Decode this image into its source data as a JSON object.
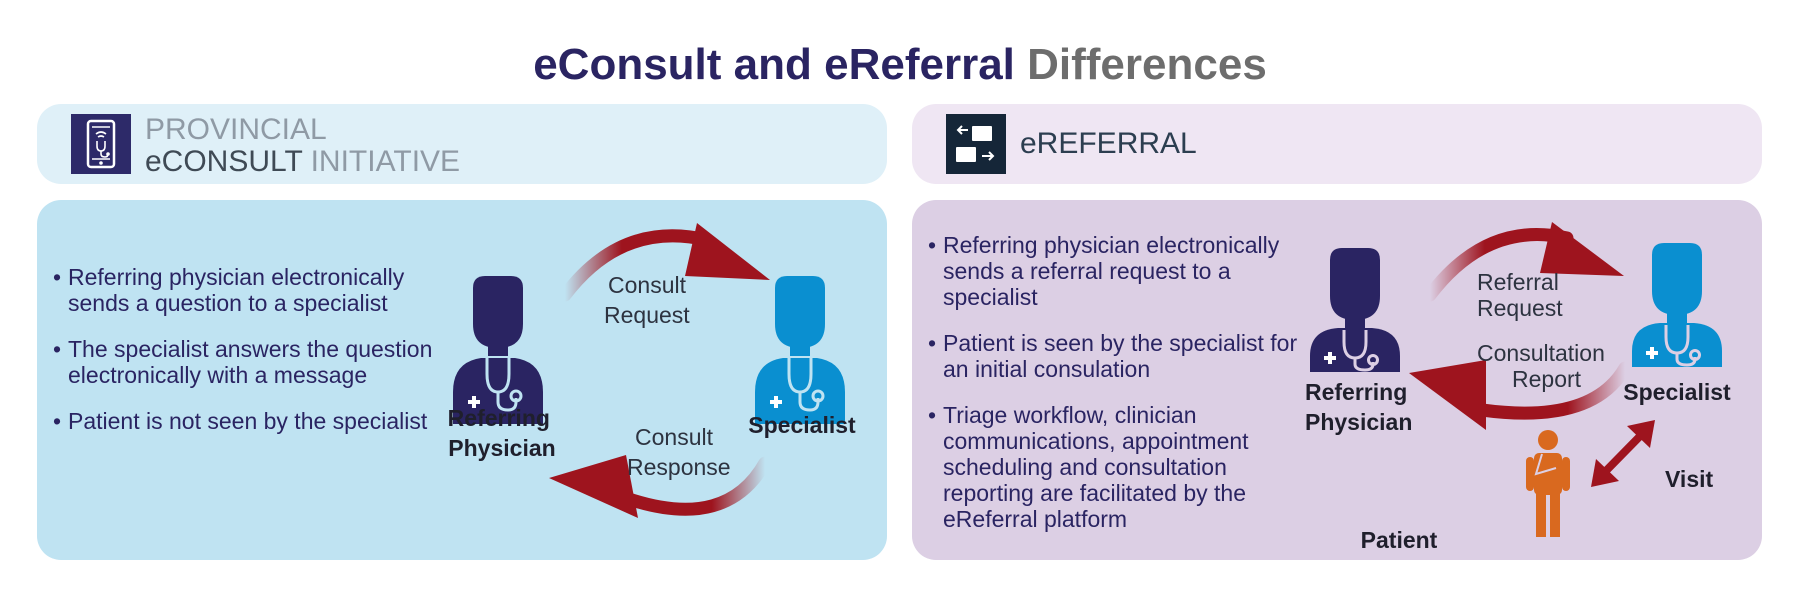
{
  "title": {
    "part1": "eConsult and eReferral",
    "part2": "Differences"
  },
  "left": {
    "header": {
      "line1": "PROVINCIAL",
      "line2_strong": "eCONSULT",
      "line2_rest": " INITIATIVE",
      "icon": "phone-stethoscope-icon"
    },
    "bullets": [
      "Referring physician electronically sends a question to a specialist",
      "The specialist answers the question electronically with a message",
      "Patient is not seen by the specialist"
    ],
    "diagram": {
      "request": [
        "Consult",
        "Request"
      ],
      "response": [
        "Consult",
        "Response"
      ],
      "referrer": [
        "Referring",
        "Physician"
      ],
      "specialist": "Specialist"
    }
  },
  "right": {
    "header": {
      "title": "eREFERRAL",
      "icon": "transfer-documents-icon"
    },
    "bullets": [
      "Referring physician electronically sends a referral request to a specialist",
      "Patient is seen by the specialist for an initial consulation",
      "Triage workflow, clinician communications, appointment scheduling and consultation reporting are facilitated by the eReferral platform"
    ],
    "diagram": {
      "request": [
        "Referral",
        "Request"
      ],
      "report": [
        "Consultation",
        "Report"
      ],
      "referrer": [
        "Referring",
        "Physician"
      ],
      "specialist": "Specialist",
      "patient": "Patient",
      "visit": "Visit"
    }
  },
  "colors": {
    "navy": "#2a2462",
    "specialist_blue": "#0a8fd0",
    "arrow_red": "#9e141e",
    "patient_orange": "#d9691f"
  }
}
